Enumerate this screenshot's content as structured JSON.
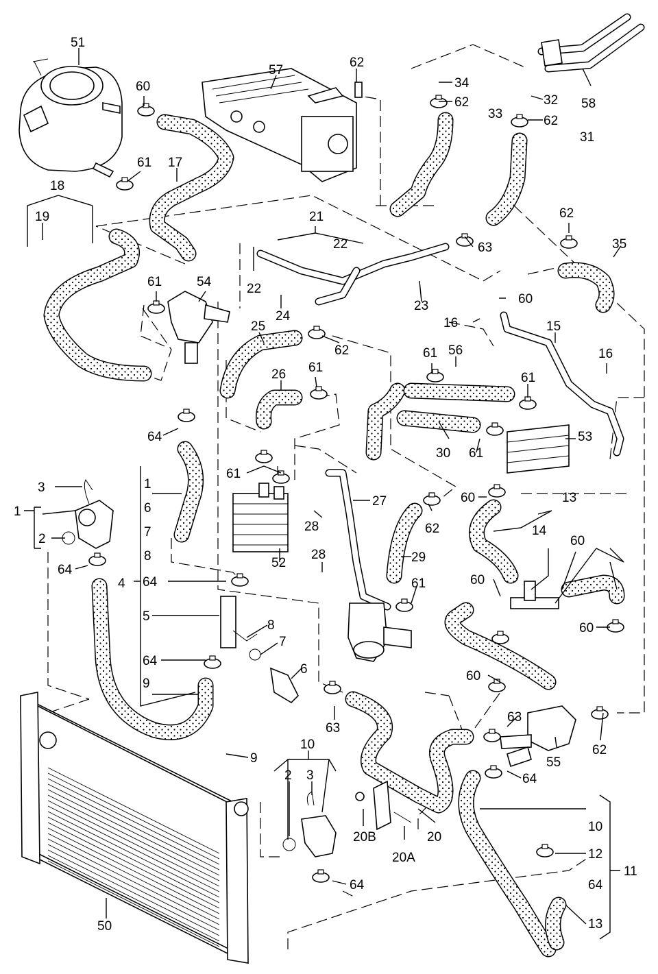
{
  "labels": {
    "p51": "51",
    "p57": "57",
    "p62a": "62",
    "p34": "34",
    "p62b": "62",
    "p32": "32",
    "p62c": "62",
    "p33": "33",
    "p31": "31",
    "p58": "58",
    "p60a": "60",
    "p61a": "61",
    "p17": "17",
    "p18": "18",
    "p19": "19",
    "p21": "21",
    "p22a": "22",
    "p22b": "22",
    "p62d": "62",
    "p35": "35",
    "p63a": "63",
    "p23": "23",
    "p60b": "60",
    "p61b": "61",
    "p54": "54",
    "p24": "24",
    "p25": "25",
    "p62e": "62",
    "p16a": "16",
    "p15": "15",
    "p61c": "61",
    "p56": "56",
    "p16b": "16",
    "p26": "26",
    "p61d": "61",
    "p61e": "61",
    "p64a": "64",
    "p30": "30",
    "p61f": "61",
    "p53": "53",
    "p61g": "61",
    "p60c": "60",
    "p13a": "13",
    "p1a": "1",
    "p3a": "3",
    "p1b": "1",
    "p6a": "6",
    "p27": "27",
    "p2a": "2",
    "p7a": "7",
    "p28a": "28",
    "p62f": "62",
    "p14": "14",
    "p60d": "60",
    "p64b": "64",
    "p8a": "8",
    "p52": "52",
    "p28b": "28",
    "p29": "29",
    "p60e": "60",
    "p4": "4",
    "p64c": "64",
    "p61h": "61",
    "p5": "5",
    "p8b": "8",
    "p7b": "7",
    "p60f": "60",
    "p64d": "64",
    "p6b": "6",
    "p9a": "9",
    "p63b": "63",
    "p60g": "60",
    "p63c": "63",
    "p9b": "9",
    "p10a": "10",
    "p62g": "62",
    "p55": "55",
    "p2b": "2",
    "p3b": "3",
    "p64e": "64",
    "p20b": "20B",
    "p20": "20",
    "p20a": "20A",
    "p10b": "10",
    "p11": "11",
    "p12": "12",
    "p64f": "64",
    "p64g": "64",
    "p50": "50",
    "p13b": "13"
  },
  "colors": {
    "line": "#000000",
    "background": "#ffffff"
  }
}
